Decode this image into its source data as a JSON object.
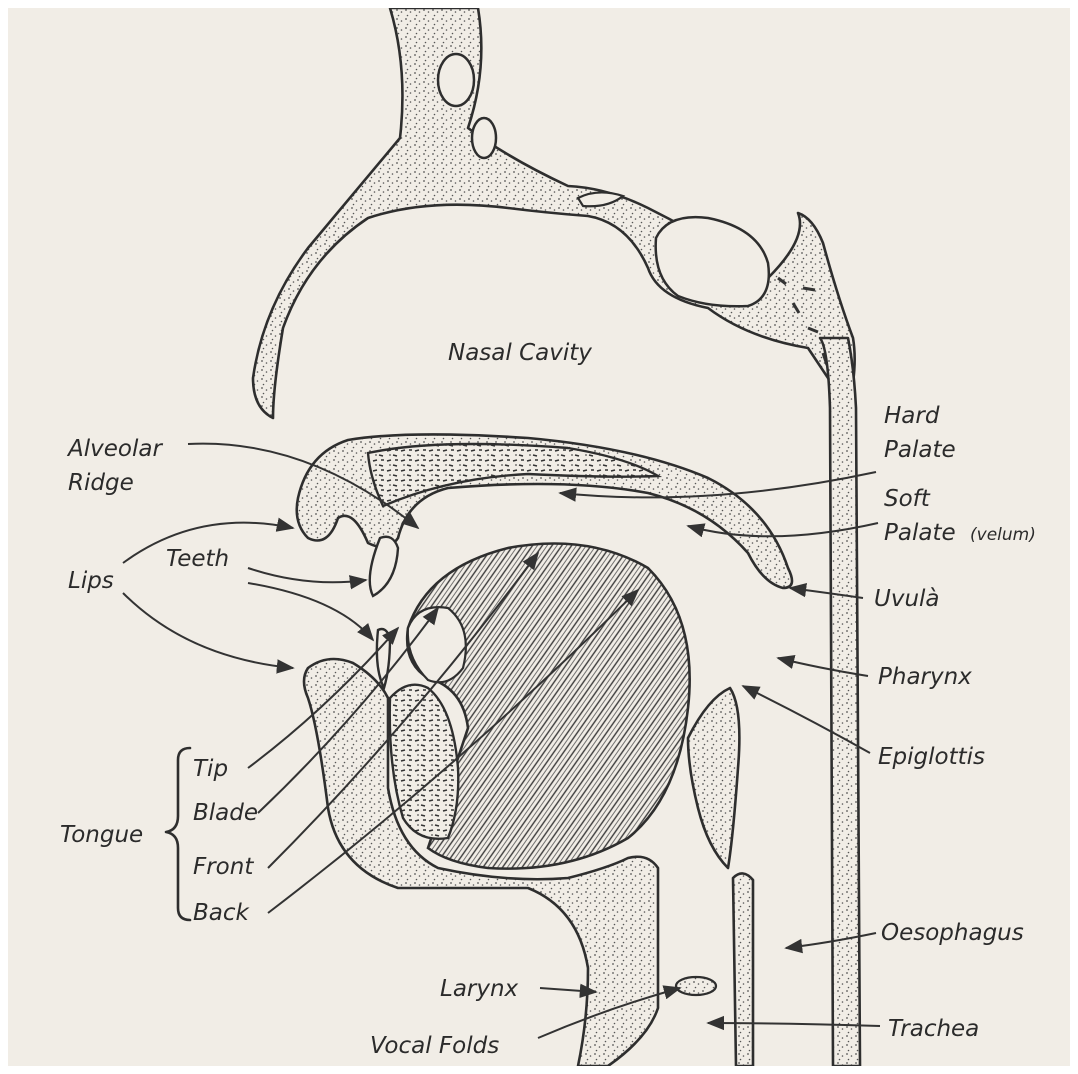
{
  "labels": {
    "nasal_cavity": "Nasal Cavity",
    "alveolar_ridge_1": "Alveolar",
    "alveolar_ridge_2": "Ridge",
    "hard_palate_1": "Hard",
    "hard_palate_2": "Palate",
    "soft_palate_1": "Soft",
    "soft_palate_2": "Palate",
    "velum": "(velum)",
    "lips": "Lips",
    "teeth": "Teeth",
    "uvula": "Uvulà",
    "pharynx": "Pharynx",
    "epiglottis": "Epiglottis",
    "tongue": "Tongue",
    "tip": "Tip",
    "blade": "Blade",
    "front": "Front",
    "back": "Back",
    "oesophagus": "Oesophagus",
    "larynx": "Larynx",
    "vocal_folds": "Vocal Folds",
    "trachea": "Trachea"
  },
  "colors": {
    "paper": "#f1ede6",
    "ink": "#2e2e2e"
  }
}
